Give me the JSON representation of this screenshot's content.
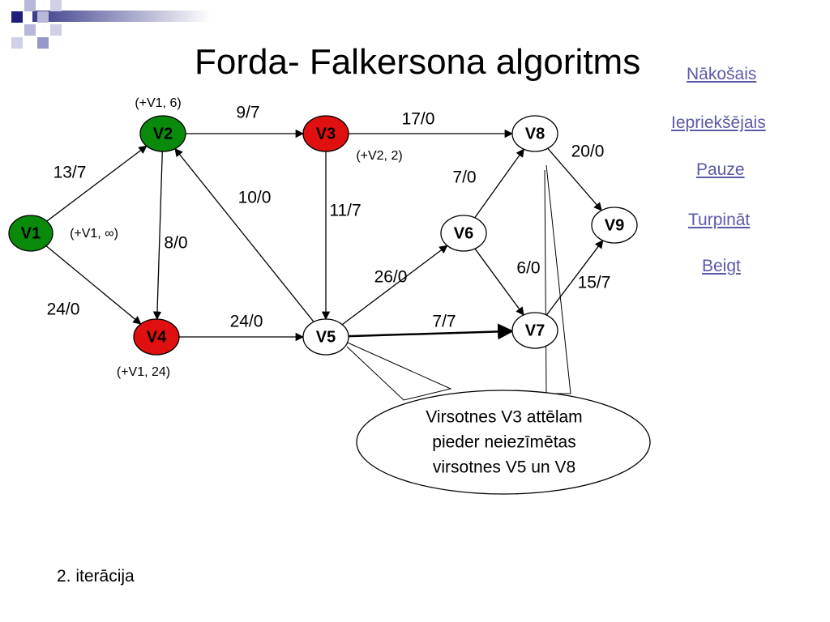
{
  "title": "Forda- Falkersona algoritms",
  "nav": {
    "next": "Nākošais",
    "prev": "Iepriekšējais",
    "pause": "Pauze",
    "resume": "Turpināt",
    "end": "Beigt"
  },
  "footer": "2. iterācija",
  "colors": {
    "green": "#0a8a0a",
    "red": "#e01010",
    "white": "#ffffff",
    "deco": "#1e1e78"
  },
  "nodes": [
    {
      "id": "V1",
      "label": "V1",
      "fill": "green"
    },
    {
      "id": "V2",
      "label": "V2",
      "fill": "green"
    },
    {
      "id": "V3",
      "label": "V3",
      "fill": "red"
    },
    {
      "id": "V4",
      "label": "V4",
      "fill": "red"
    },
    {
      "id": "V5",
      "label": "V5",
      "fill": "white"
    },
    {
      "id": "V6",
      "label": "V6",
      "fill": "white"
    },
    {
      "id": "V7",
      "label": "V7",
      "fill": "white"
    },
    {
      "id": "V8",
      "label": "V8",
      "fill": "white"
    },
    {
      "id": "V9",
      "label": "V9",
      "fill": "white"
    }
  ],
  "marks": {
    "V1": "(+V1, ∞)",
    "V2": "(+V1, 6)",
    "V3": "(+V2, 2)",
    "V4": "(+V1, 24)"
  },
  "edges": [
    {
      "from": "V1",
      "to": "V2",
      "label": "13/7"
    },
    {
      "from": "V1",
      "to": "V4",
      "label": "24/0"
    },
    {
      "from": "V2",
      "to": "V3",
      "label": "9/7"
    },
    {
      "from": "V2",
      "to": "V4",
      "label": "8/0"
    },
    {
      "from": "V3",
      "to": "V8",
      "label": "17/0"
    },
    {
      "from": "V3",
      "to": "V5",
      "label": "11/7"
    },
    {
      "from": "V5",
      "to": "V2",
      "label": "10/0"
    },
    {
      "from": "V4",
      "to": "V5",
      "label": "24/0"
    },
    {
      "from": "V5",
      "to": "V6",
      "label": "26/0"
    },
    {
      "from": "V5",
      "to": "V7",
      "label": "7/7"
    },
    {
      "from": "V6",
      "to": "V8",
      "label": "7/0"
    },
    {
      "from": "V6",
      "to": "V7",
      "label": "6/0"
    },
    {
      "from": "V8",
      "to": "V9",
      "label": "20/0"
    },
    {
      "from": "V7",
      "to": "V9",
      "label": "15/7"
    }
  ],
  "callout": {
    "lines": [
      "Virsotnes V3 attēlam",
      "pieder  neiezīmētas",
      "virsotnes V5 un V8"
    ]
  }
}
